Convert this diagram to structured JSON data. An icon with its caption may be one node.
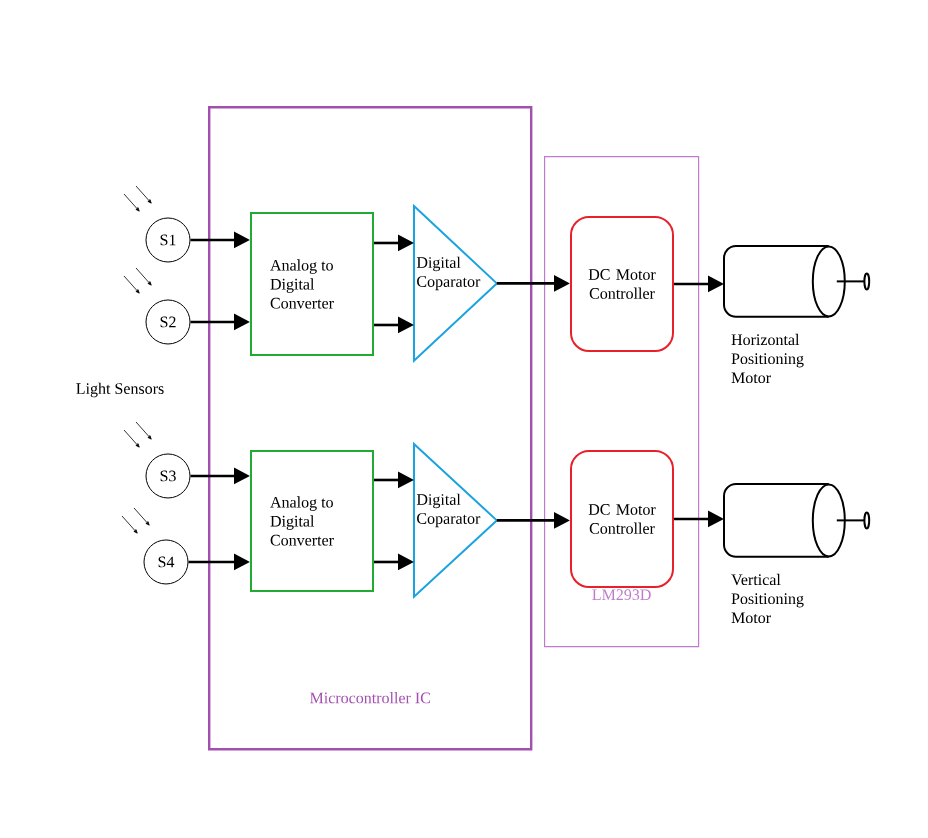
{
  "diagram": {
    "nodes": [
      {
        "text": [
          "Microcontroller IC"
        ]
      },
      {
        "text": [
          "LM293D"
        ]
      },
      {
        "text": [
          "S1"
        ]
      },
      {
        "text": [
          "S2"
        ]
      },
      {
        "text": [
          "S3"
        ]
      },
      {
        "text": [
          "S4"
        ]
      },
      {
        "text": [
          "Analog to Digital Converter"
        ],
        "in": 0
      },
      {
        "text": [
          "Digital Coparator"
        ],
        "in": 0
      },
      {
        "text": [
          "Analog to Digital Converter"
        ],
        "in": 0
      },
      {
        "text": [
          "Digital Coparator"
        ],
        "in": 0
      },
      {
        "text": [
          "DC Motor Controller"
        ],
        "in": 1
      },
      {
        "text": [
          "DC Motor Controller"
        ],
        "in": 1
      },
      {
        "text": [],
        "shape": "cylinder",
        "beside": [
          "Horizontal Positioning Motor"
        ]
      },
      {
        "text": [],
        "shape": "cylinder",
        "beside": [
          "Vertical Positioning Motor"
        ]
      }
    ],
    "edges": [
      {
        "from": 2,
        "to": 6,
        "arrow": "to"
      },
      {
        "from": 3,
        "to": 6,
        "arrow": "to"
      },
      {
        "from": 6,
        "to": 7,
        "arrow": "to"
      },
      {
        "from": 6,
        "to": 7,
        "arrow": "to"
      },
      {
        "from": 4,
        "to": 8,
        "arrow": "to"
      },
      {
        "from": 5,
        "to": 8,
        "arrow": "to"
      },
      {
        "from": 8,
        "to": 9,
        "arrow": "to"
      },
      {
        "from": 8,
        "to": 9,
        "arrow": "to"
      },
      {
        "from": 7,
        "to": 10,
        "arrow": "to"
      },
      {
        "from": 9,
        "to": 11,
        "arrow": "to"
      },
      {
        "from": 10,
        "to": 12,
        "arrow": "to"
      },
      {
        "from": 11,
        "to": 13,
        "arrow": "to"
      }
    ],
    "labels": [
      "Light Sensors"
    ]
  }
}
